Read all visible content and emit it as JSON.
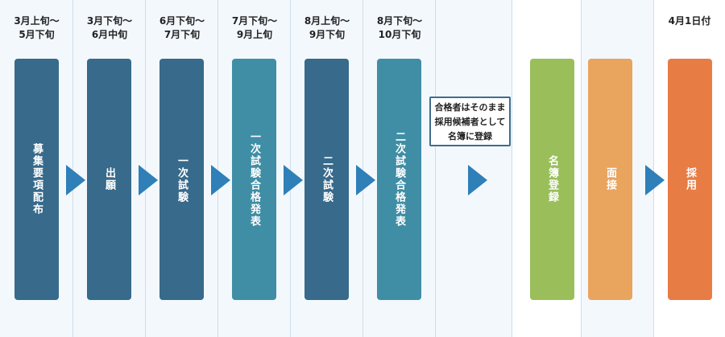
{
  "steps": [
    {
      "date": "3月上旬～\n5月下旬",
      "label": "募集要項配布",
      "color": "#376a8b"
    },
    {
      "date": "3月下旬～\n6月中旬",
      "label": "出願",
      "color": "#376a8b"
    },
    {
      "date": "6月下旬～\n7月下旬",
      "label": "一次試験",
      "color": "#376a8b"
    },
    {
      "date": "7月下旬～\n9月上旬",
      "label": "一次試験合格発表",
      "color": "#3f8ea5"
    },
    {
      "date": "8月上旬～\n9月下旬",
      "label": "二次試験",
      "color": "#376a8b"
    },
    {
      "date": "8月下旬～\n10月下旬",
      "label": "二次試験合格発表",
      "color": "#3f8ea5"
    },
    {
      "label": "名簿登録",
      "color": "#9abf5a"
    },
    {
      "label": "面接",
      "color": "#e9a45e"
    },
    {
      "date": "4月1日付",
      "label": "採用",
      "color": "#e87c45"
    }
  ],
  "note": "合格者はそのまま\n採用候補者として\n名簿に登録",
  "arrow_color": "#2f7fb8"
}
